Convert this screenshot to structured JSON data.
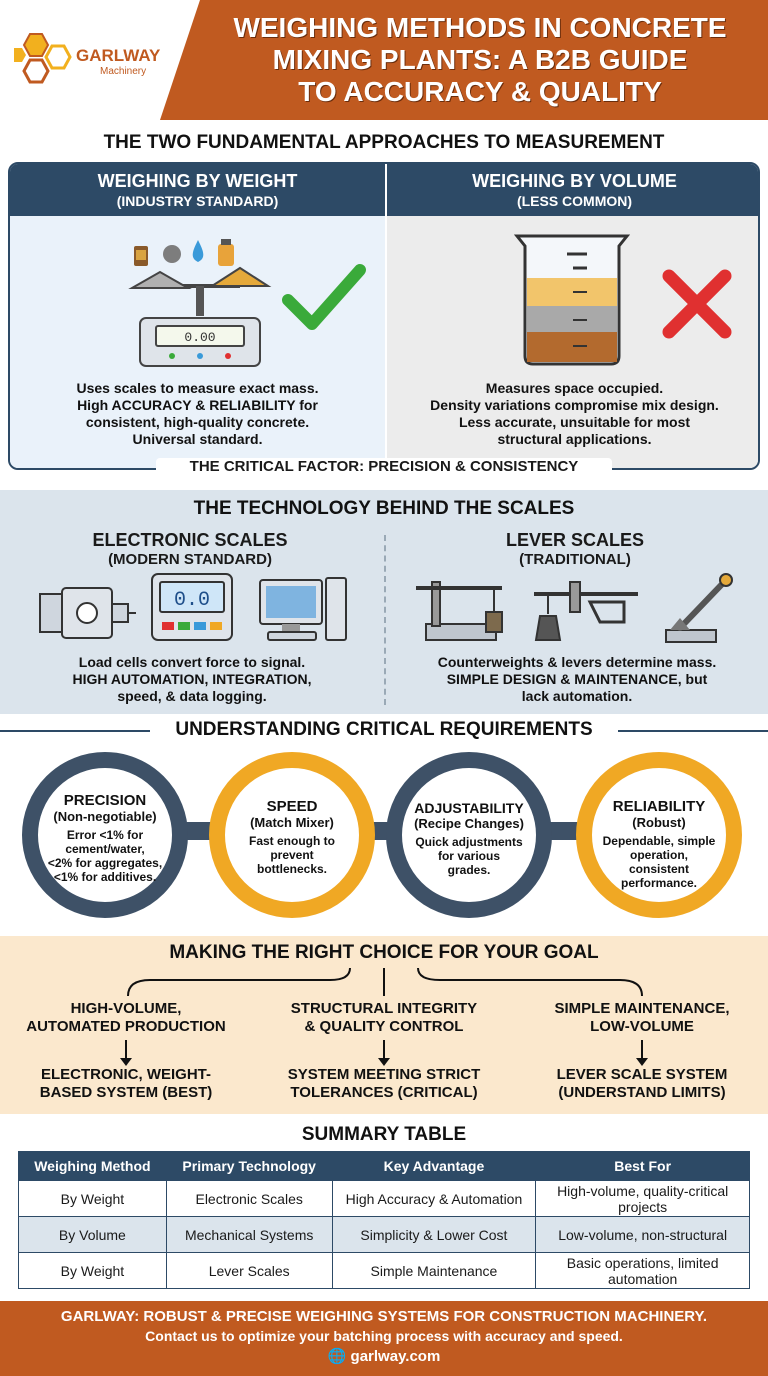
{
  "header": {
    "brand": "GARLWAY",
    "brand_sub": "Machinery",
    "title_line1": "WEIGHING METHODS IN CONCRETE",
    "title_line2": "MIXING PLANTS: A B2B GUIDE",
    "title_line3": "TO ACCURACY & QUALITY"
  },
  "approaches": {
    "title": "THE TWO FUNDAMENTAL APPROACHES TO MEASUREMENT",
    "weight": {
      "heading": "WEIGHING BY WEIGHT",
      "subheading": "(INDUSTRY STANDARD)",
      "scale_readout": "0.00",
      "lines": [
        "Uses scales to measure exact mass.",
        "High ACCURACY & RELIABILITY for",
        "consistent, high-quality concrete.",
        "Universal standard."
      ]
    },
    "volume": {
      "heading": "WEIGHING BY VOLUME",
      "subheading": "(LESS COMMON)",
      "lines": [
        "Measures space occupied.",
        "Density variations compromise mix design.",
        "Less accurate, unsuitable for most",
        "structural applications."
      ]
    },
    "critical_factor": "THE CRITICAL FACTOR: PRECISION & CONSISTENCY"
  },
  "technology": {
    "title": "THE TECHNOLOGY BEHIND THE SCALES",
    "electronic": {
      "heading": "ELECTRONIC SCALES",
      "subheading": "(MODERN STANDARD)",
      "display_readout": "0.0",
      "lines": [
        "Load cells convert force to signal.",
        "HIGH AUTOMATION, INTEGRATION,",
        "speed, & data logging."
      ]
    },
    "lever": {
      "heading": "LEVER SCALES",
      "subheading": "(TRADITIONAL)",
      "lines": [
        "Counterweights & levers determine mass.",
        "SIMPLE DESIGN & MAINTENANCE, but",
        "lack automation."
      ]
    }
  },
  "requirements": {
    "title": "UNDERSTANDING CRITICAL REQUIREMENTS",
    "items": [
      {
        "name": "PRECISION",
        "sub": "(Non-negotiable)",
        "body": [
          "Error <1% for",
          "cement/water,",
          "<2% for aggregates,",
          "<1% for additives."
        ]
      },
      {
        "name": "SPEED",
        "sub": "(Match Mixer)",
        "body": [
          "Fast enough to",
          "prevent",
          "bottlenecks."
        ]
      },
      {
        "name": "ADJUSTABILITY",
        "sub": "(Recipe Changes)",
        "body": [
          "Quick adjustments",
          "for various",
          "grades."
        ]
      },
      {
        "name": "RELIABILITY",
        "sub": "(Robust)",
        "body": [
          "Dependable, simple",
          "operation,",
          "consistent",
          "performance."
        ]
      }
    ]
  },
  "choice": {
    "title": "MAKING THE RIGHT CHOICE FOR YOUR GOAL",
    "items": [
      {
        "goal": [
          "HIGH-VOLUME,",
          "AUTOMATED PRODUCTION"
        ],
        "result": [
          "ELECTRONIC, WEIGHT-",
          "BASED SYSTEM (BEST)"
        ]
      },
      {
        "goal": [
          "STRUCTURAL INTEGRITY",
          "& QUALITY CONTROL"
        ],
        "result": [
          "SYSTEM MEETING STRICT",
          "TOLERANCES (CRITICAL)"
        ]
      },
      {
        "goal": [
          "SIMPLE MAINTENANCE,",
          "LOW-VOLUME"
        ],
        "result": [
          "LEVER SCALE SYSTEM",
          "(UNDERSTAND LIMITS)"
        ]
      }
    ]
  },
  "summary": {
    "title": "SUMMARY TABLE",
    "headers": [
      "Weighing Method",
      "Primary Technology",
      "Key Advantage",
      "Best For"
    ],
    "rows": [
      [
        "By Weight",
        "Electronic Scales",
        "High Accuracy & Automation",
        "High-volume, quality-critical projects"
      ],
      [
        "By Volume",
        "Mechanical Systems",
        "Simplicity & Lower Cost",
        "Low-volume, non-structural"
      ],
      [
        "By Weight",
        "Lever Scales",
        "Simple Maintenance",
        "Basic operations, limited automation"
      ]
    ]
  },
  "footer": {
    "line1": "GARLWAY: ROBUST & PRECISE WEIGHING SYSTEMS FOR CONSTRUCTION MACHINERY.",
    "line2": "Contact us to optimize your batching process with accuracy and speed.",
    "website": "garlway.com"
  },
  "colors": {
    "brand_orange": "#c05a20",
    "navy": "#2d4a66",
    "accent_yellow": "#f0a824",
    "check_green": "#3aaa3a",
    "cross_red": "#e03030"
  }
}
